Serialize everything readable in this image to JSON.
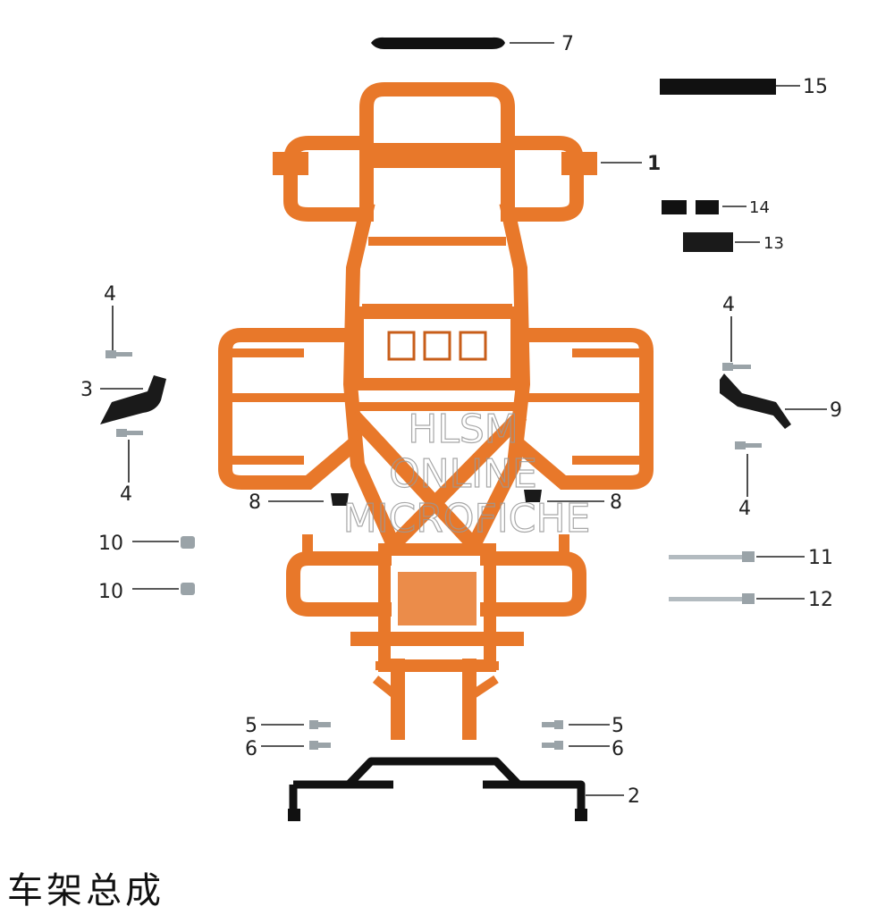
{
  "title": "车架总成",
  "watermark": {
    "line1": "HLSM",
    "line2": "ONLINE",
    "line3": "MICROFICHE"
  },
  "colors": {
    "frame": "#E8782A",
    "frame_dark": "#C85E1A",
    "part": "#111111",
    "hardware": "#9aa3a8"
  },
  "callouts": {
    "c1": "1",
    "c2": "2",
    "c3": "3",
    "c4a": "4",
    "c4b": "4",
    "c4c": "4",
    "c4d": "4",
    "c5a": "5",
    "c5b": "5",
    "c6a": "6",
    "c6b": "6",
    "c7": "7",
    "c8a": "8",
    "c8b": "8",
    "c9": "9",
    "c10a": "10",
    "c10b": "10",
    "c11": "11",
    "c12": "12",
    "c13": "13",
    "c14": "14",
    "c15": "15"
  }
}
